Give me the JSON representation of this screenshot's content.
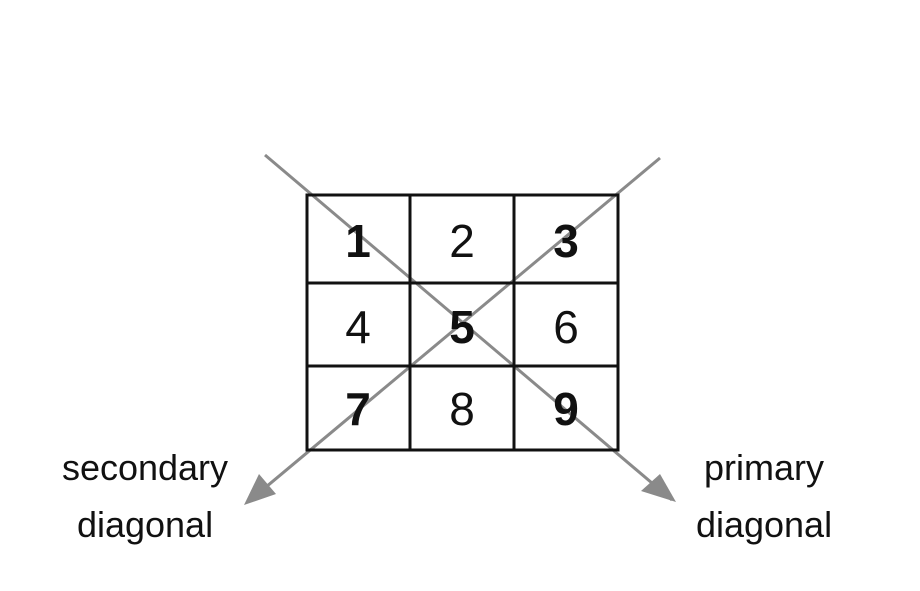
{
  "matrix": {
    "rows": [
      [
        {
          "value": "1",
          "bold": true
        },
        {
          "value": "2",
          "bold": false
        },
        {
          "value": "3",
          "bold": true
        }
      ],
      [
        {
          "value": "4",
          "bold": false
        },
        {
          "value": "5",
          "bold": true
        },
        {
          "value": "6",
          "bold": false
        }
      ],
      [
        {
          "value": "7",
          "bold": true
        },
        {
          "value": "8",
          "bold": false
        },
        {
          "value": "9",
          "bold": true
        }
      ]
    ]
  },
  "labels": {
    "secondary": {
      "line1": "secondary",
      "line2": "diagonal"
    },
    "primary": {
      "line1": "primary",
      "line2": "diagonal"
    }
  },
  "colors": {
    "grid": "#111111",
    "diagonal": "#8a8a8a",
    "text": "#111111"
  }
}
